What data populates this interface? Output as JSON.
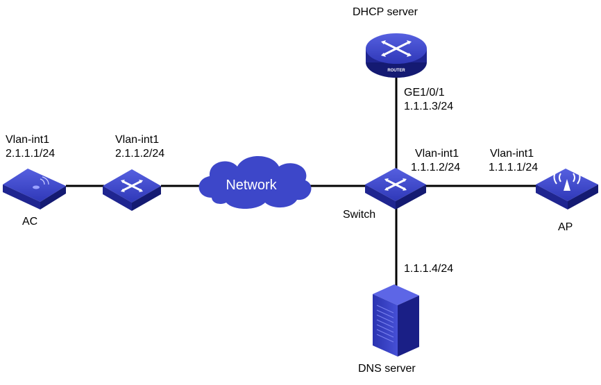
{
  "nodes": {
    "ac": {
      "name": "AC",
      "iface": "Vlan-int1",
      "ip": "2.1.1.1/24"
    },
    "mid_switch": {
      "badge": "SWITCH",
      "iface": "Vlan-int1",
      "ip": "2.1.1.2/24"
    },
    "network": {
      "name": "Network"
    },
    "core_switch": {
      "name": "Switch",
      "badge": "SWITCH",
      "iface": "Vlan-int1",
      "ip": "1.1.1.2/24"
    },
    "dhcp_server": {
      "name": "DHCP server",
      "badge": "ROUTER",
      "iface": "GE1/0/1",
      "ip": "1.1.1.3/24"
    },
    "ap": {
      "name": "AP",
      "iface": "Vlan-int1",
      "ip": "1.1.1.1/24"
    },
    "dns_server": {
      "name": "DNS server",
      "ip": "1.1.1.4/24"
    }
  },
  "colors": {
    "device_top": "#3a44c8",
    "device_side": "#1a1f86",
    "cloud": "#3d47c9",
    "link": "#000000"
  }
}
